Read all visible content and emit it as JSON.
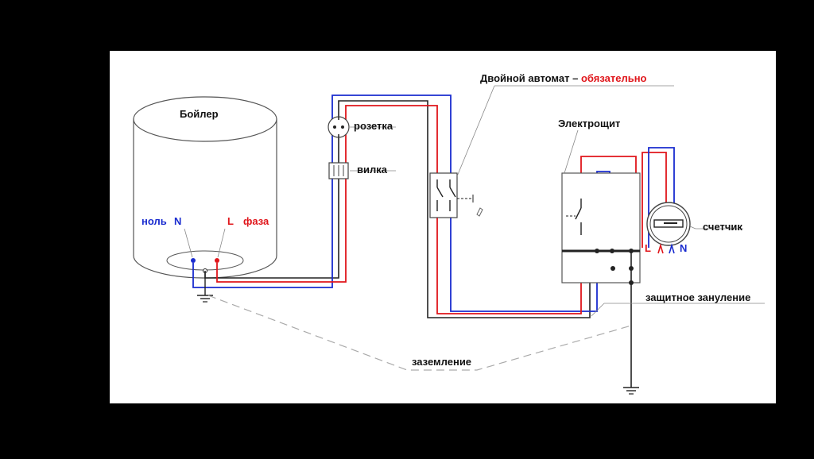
{
  "labels": {
    "boiler": "Бойлер",
    "neutral_word": "ноль",
    "neutral_letter": "N",
    "phase_letter": "L",
    "phase_word": "фаза",
    "socket": "розетка",
    "plug": "вилка",
    "breaker_prefix": "Двойной автомат –",
    "breaker_required": "обязательно",
    "panel": "Электрощит",
    "meter": "счетчик",
    "meter_L": "L",
    "meter_N": "N",
    "protective_neutral": "защитное зануление",
    "grounding": "заземление"
  },
  "colors": {
    "phase_wire": "#e0161b",
    "neutral_wire": "#1a2ccf",
    "earth_wire": "#222222",
    "outline": "#555555"
  }
}
